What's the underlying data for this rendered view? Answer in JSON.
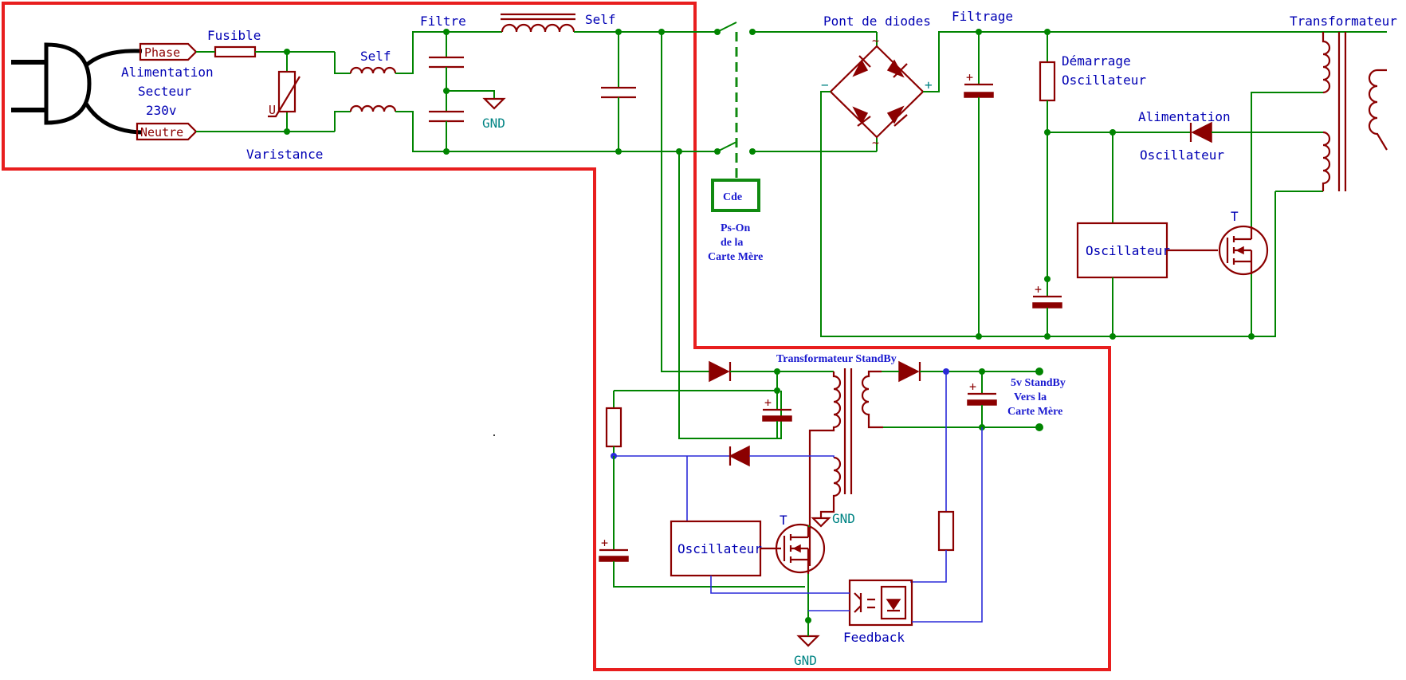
{
  "labels": {
    "phase": "Phase",
    "neutre": "Neutre",
    "fusible": "Fusible",
    "alim_secteur_1": "Alimentation",
    "alim_secteur_2": "Secteur",
    "alim_secteur_3": "230v",
    "varistance": "Varistance",
    "varistor_u": "U",
    "self_1": "Self",
    "filtre": "Filtre",
    "gnd_1": "GND",
    "self_2": "Self",
    "pont": "Pont de diodes",
    "filtrage": "Filtrage",
    "transformateur": "Transformateur",
    "demarrage_1": "Démarrage",
    "demarrage_2": "Oscillateur",
    "alim_osc_1": "Alimentation",
    "alim_osc_2": "Oscillateur",
    "oscillateur_main": "Oscillateur",
    "t_main": "T",
    "cde": "Cde",
    "pson_1": "Ps-On",
    "pson_2": "de la",
    "pson_3": "Carte Mère",
    "transfo_standby": "Transformateur StandBy",
    "standby_1": "5v StandBy",
    "standby_2": "Vers la",
    "standby_3": "Carte Mère",
    "gnd_2": "GND",
    "oscillateur_sb": "Oscillateur",
    "t_sb": "T",
    "gnd_3": "GND",
    "feedback": "Feedback",
    "bridge_plus": "+",
    "bridge_minus": "−",
    "bridge_ac_top": "~",
    "bridge_ac_bot": "~"
  },
  "colors": {
    "wire": "#008400",
    "component": "#8b0000",
    "feedback_wire": "#2a2ad8",
    "label": "#0000b4",
    "gnd_label": "#008484",
    "highlight_box": "#e81e1e",
    "command_box": "#108a10"
  }
}
